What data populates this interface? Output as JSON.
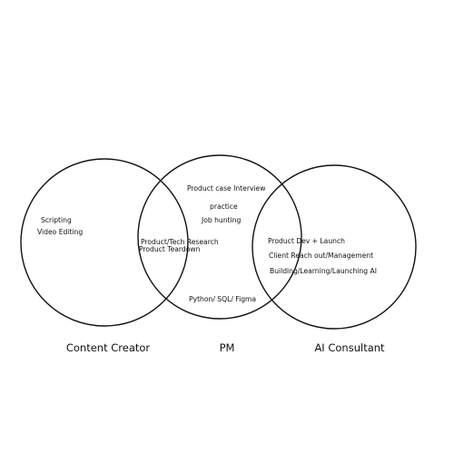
{
  "circles": {
    "content_creator": {
      "label": "Content Creator",
      "items": [
        "Scripting",
        "Video Editing"
      ]
    },
    "pm": {
      "label": "PM",
      "items": [
        "Product case Interview",
        "practice",
        "Job hunting"
      ]
    },
    "ai_consultant": {
      "label": "AI Consultant",
      "items": []
    }
  },
  "overlaps": {
    "content_creator_pm": {
      "items": [
        "Product/Tech Research",
        "Product Teardown"
      ]
    },
    "pm_ai_consultant": {
      "items": [
        "Product Dev + Launch",
        "Client Reach out/Management",
        "Building/Learning/Launching  AI"
      ]
    },
    "pm_bottom": {
      "items": [
        "Python/ SQL/ Figma"
      ]
    }
  },
  "style": {
    "stroke_color": "#111111",
    "background": "#ffffff"
  }
}
